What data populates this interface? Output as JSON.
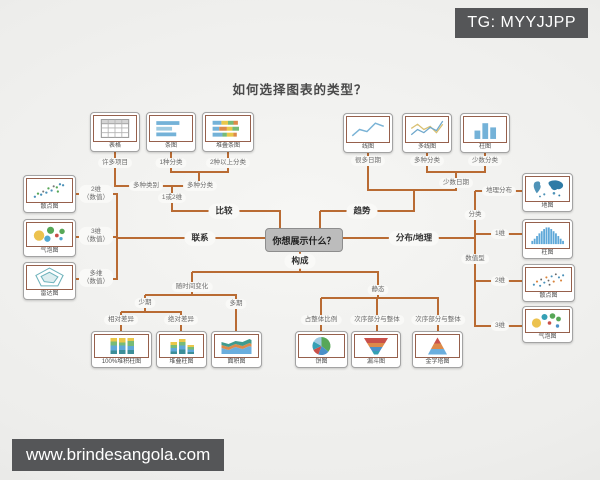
{
  "watermark_top": "TG: MYYJJPP",
  "watermark_bottom": "www.brindesangola.com",
  "title": "如何选择图表的类型？",
  "center": "你想展示什么？",
  "nodes": {
    "compare": "比较",
    "relation": "联系",
    "trend": "趋势",
    "dist_geo": "分布/地理",
    "composition": "构成"
  },
  "pills": {
    "many_items": "许多项目",
    "cat1": "1种分类",
    "cat2plus": "2种以上分类",
    "multi_category": "多种类别",
    "multi_class": "多种分类",
    "dim_1or2": "1或2维",
    "many_dates": "很多日期",
    "multi_class2": "多种分类",
    "few_class": "少数分类",
    "few_dates": "少数日期",
    "geo_dist": "地理分布",
    "classed": "分类",
    "numeric": "数值型",
    "d1": "1维",
    "d2": "2维",
    "d3": "3维",
    "d2n": "2维\n（数值）",
    "d3n": "3维\n（数值）",
    "dmn": "多维\n（数值）",
    "over_time": "随时间变化",
    "static": "静态",
    "few_periods": "少期",
    "many_periods": "多期",
    "rel_diff": "相对差异",
    "abs_diff": "绝对差异",
    "share": "占整体比例",
    "order_part1": "次序部分与整体",
    "order_part2": "次序部分与整体"
  },
  "charts": {
    "table": "表格",
    "bar": "条图",
    "stacked_bar": "堆叠条图",
    "line": "线图",
    "multi_line": "多线图",
    "column": "柱图",
    "scatter_l": "散点图",
    "bubble_l": "气泡图",
    "radar": "雷达图",
    "map": "地图",
    "histogram": "柱图",
    "scatter_r": "散点图",
    "bubble_r": "气泡图",
    "stacked100": "100%堆积柱图",
    "stacked_col": "堆叠柱图",
    "area": "面积图",
    "pie": "饼图",
    "funnel": "漏斗图",
    "pyramid": "金字塔图"
  },
  "colors": {
    "connector": "#b96b33",
    "badge_bg": "#555658",
    "center_bg": "#bcbcbc",
    "blue": "#74b2d8",
    "yellow": "#e9c74a",
    "green": "#77bb77",
    "orange": "#dd8a4a",
    "red": "#c9504a",
    "teal": "#35a0b5"
  }
}
